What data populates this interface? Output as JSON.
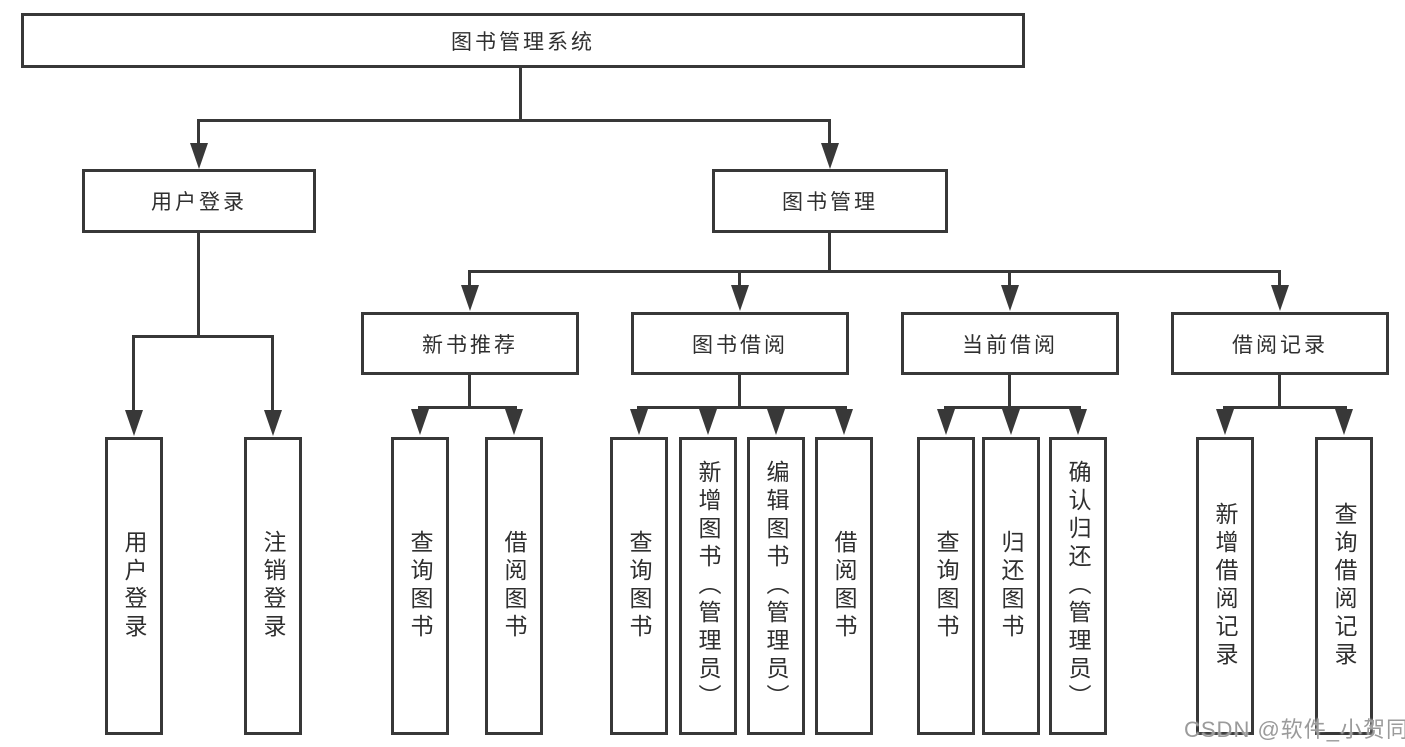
{
  "tree": {
    "root": "图书管理系统",
    "branches": [
      {
        "label": "用户登录",
        "leaves": [
          "用户登录",
          "注销登录"
        ]
      },
      {
        "label": "图书管理",
        "groups": [
          {
            "label": "新书推荐",
            "leaves": [
              "查询图书",
              "借阅图书"
            ]
          },
          {
            "label": "图书借阅",
            "leaves": [
              "查询图书",
              "新增图书（管理员）",
              "编辑图书（管理员）",
              "借阅图书"
            ]
          },
          {
            "label": "当前借阅",
            "leaves": [
              "查询图书",
              "归还图书",
              "确认归还（管理员）"
            ]
          },
          {
            "label": "借阅记录",
            "leaves": [
              "新增借阅记录",
              "查询借阅记录"
            ]
          }
        ]
      }
    ]
  },
  "watermark": {
    "text": "CSDN @软件_小贺同学"
  },
  "colors": {
    "line": "#383838",
    "text": "#2f2f2f",
    "watermark": "#9b9b9b",
    "background": "#ffffff"
  }
}
